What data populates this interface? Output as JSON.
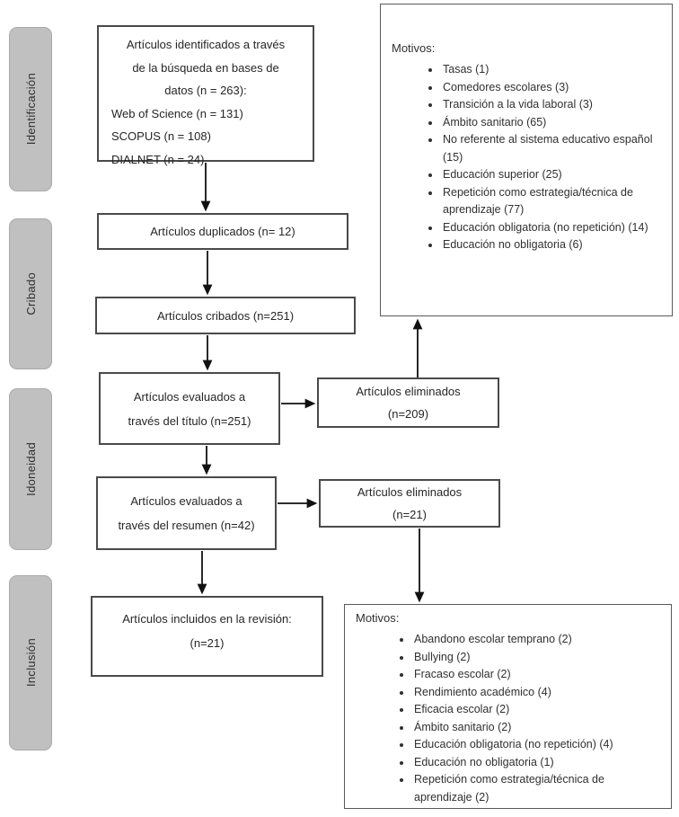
{
  "stages": {
    "identification": "Identificación",
    "screening": "Cribado",
    "eligibility": "Idoneidad",
    "inclusion": "Inclusión"
  },
  "boxes": {
    "identified": {
      "centered_lines": [
        "Artículos identificados a través",
        "de la búsqueda en bases de",
        "datos (n = 263):"
      ],
      "left_lines": [
        "Web of Science (n = 131)",
        "SCOPUS (n = 108)",
        "DIALNET (n = 24)"
      ]
    },
    "duplicates": {
      "text": "Artículos duplicados (n= 12)"
    },
    "screened": {
      "text": "Artículos cribados (n=251)"
    },
    "title_eval": {
      "line1": "Artículos evaluados a",
      "line2": "través del título (n=251)"
    },
    "removed_title": {
      "line1": "Artículos eliminados",
      "line2": "(n=209)"
    },
    "abstract_eval": {
      "line1": "Artículos evaluados a",
      "line2": "través del resumen (n=42)"
    },
    "removed_abstract": {
      "line1": "Artículos eliminados",
      "line2": "(n=21)"
    },
    "included": {
      "line1": "Artículos incluidos en la revisión:",
      "line2": "(n=21)"
    },
    "reasons_top": {
      "title": "Motivos:",
      "items": [
        "Tasas (1)",
        "Comedores escolares (3)",
        "Transición a la vida laboral (3)",
        "Ámbito sanitario (65)",
        "No referente al sistema educativo español (15)",
        "Educación superior (25)",
        "Repetición como estrategia/técnica de aprendizaje (77)",
        "Educación obligatoria (no repetición) (14)",
        "Educación no obligatoria (6)"
      ]
    },
    "reasons_bottom": {
      "title": "Motivos:",
      "items": [
        "Abandono escolar temprano (2)",
        "Bullying (2)",
        "Fracaso escolar (2)",
        "Rendimiento académico (4)",
        "Eficacia escolar (2)",
        "Ámbito sanitario (2)",
        "Educación obligatoria (no repetición) (4)",
        "Educación no obligatoria (1)",
        "Repetición como estrategia/técnica de aprendizaje (2)"
      ]
    }
  },
  "colors": {
    "box_border": "#4a4a4a",
    "reasons_border": "#5a5a5a",
    "stage_fill": "#c0c0c0",
    "arrow": "#111111",
    "text": "#262626",
    "background": "#ffffff"
  }
}
